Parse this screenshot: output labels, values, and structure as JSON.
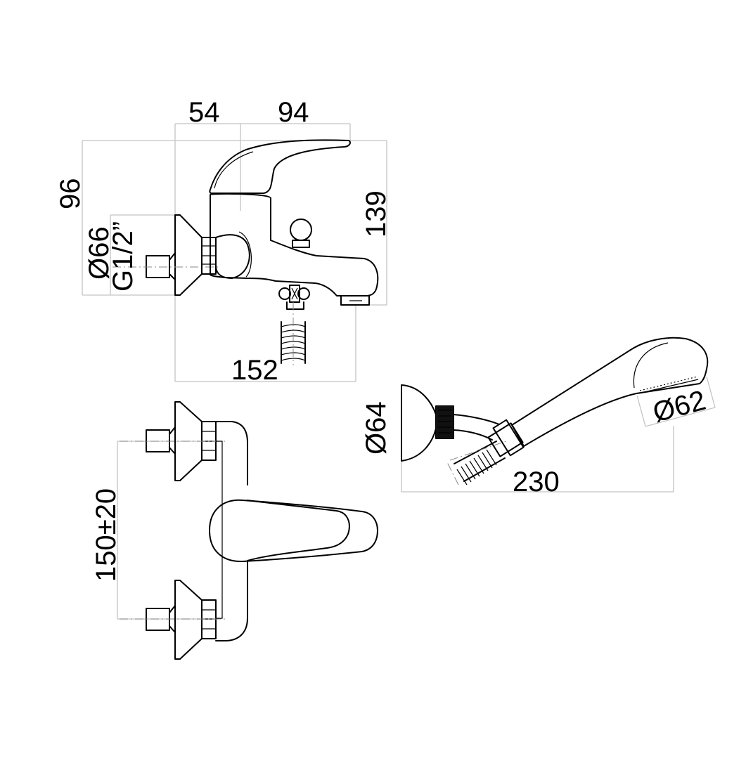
{
  "dimensions": {
    "d54": "54",
    "d94": "94",
    "d96": "96",
    "d139": "139",
    "d_phi66": "Ø66",
    "d_g12": "G1/2”",
    "d152": "152",
    "d150": "150±20",
    "d_phi64": "Ø64",
    "d_phi62": "Ø62",
    "d230": "230"
  }
}
